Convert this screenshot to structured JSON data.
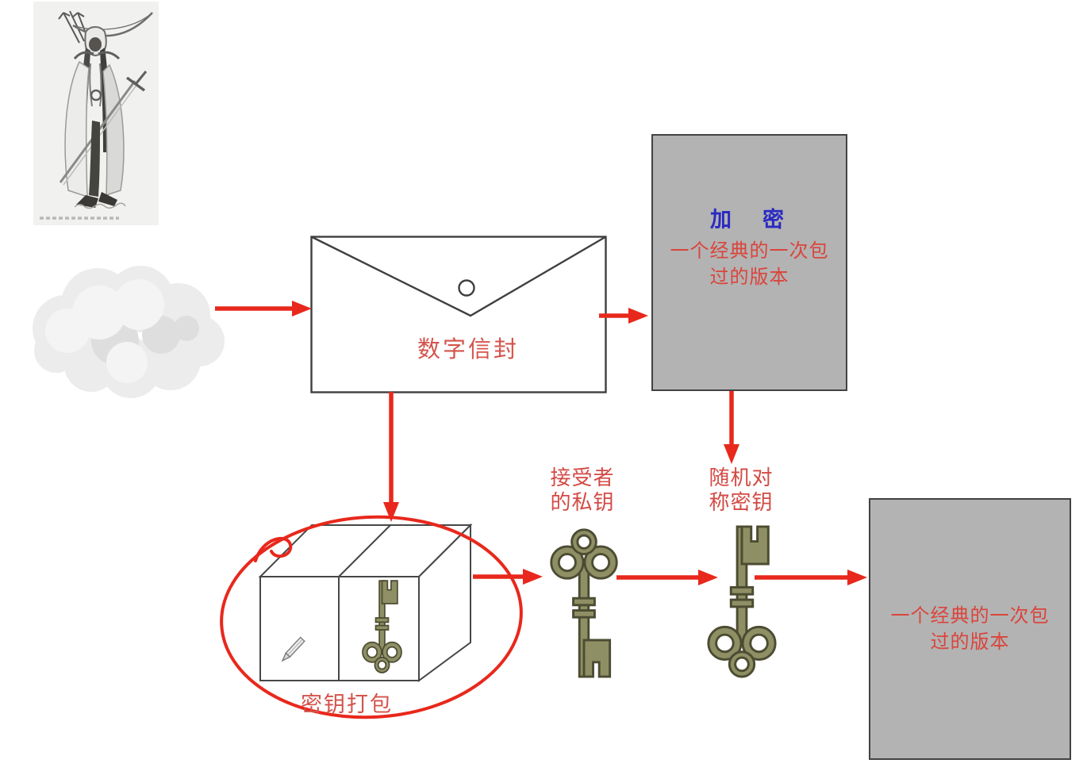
{
  "slide": {
    "background": "#ffffff",
    "description_note": "flow diagram of digital-envelope encryption"
  },
  "envelope": {
    "label": "数字信封"
  },
  "encrypt_box": {
    "title": "加　密",
    "line1": "一个经典的一次包",
    "line2": "过的版本"
  },
  "result_box": {
    "line1": "一个经典的一次包",
    "line2": "过的版本"
  },
  "package": {
    "label": "密钥打包"
  },
  "private_key": {
    "line1": "接受者",
    "line2": "的私钥"
  },
  "symmetric_key": {
    "line1": "随机对",
    "line2": "称密钥"
  },
  "icons": {
    "warrior-sketch-image": "pencil sketch of hooded ranger with bow and sword",
    "cloud-icon": "gray puffy cloud (plaintext source)",
    "envelope-icon": "white envelope with flap and seal circle",
    "package-box-icon": "3d carton split in two: pencil and key inside",
    "pencil-icon": "small pencil",
    "key-icon": "olive skeleton key with clover bow",
    "red-circle-annotation": "hand-drawn red ellipse around package"
  },
  "colors": {
    "arrow_red": "#e8281c",
    "label_red": "#d4534b",
    "box_text_red": "#da453c",
    "encrypt_blue": "#2a2ac2",
    "box_gray": "#b3b3b3",
    "key_olive": "#8f8f65"
  },
  "arrows": [
    {
      "from": "cloud",
      "to": "envelope"
    },
    {
      "from": "envelope",
      "to": "encrypt-box"
    },
    {
      "from": "envelope",
      "to": "package-box"
    },
    {
      "from": "encrypt-box",
      "to": "symmetric-key"
    },
    {
      "from": "package-box",
      "to": "private-key"
    },
    {
      "from": "private-key",
      "to": "symmetric-key"
    },
    {
      "from": "symmetric-key",
      "to": "result-box"
    }
  ]
}
